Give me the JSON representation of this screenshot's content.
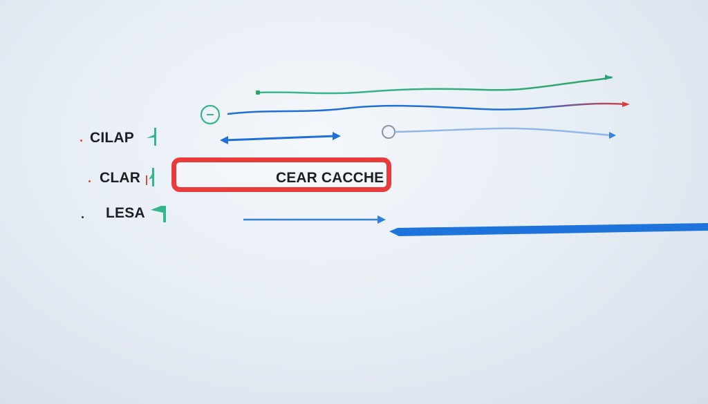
{
  "labels": [
    "CILAP",
    "CLAR",
    "LESA"
  ],
  "action": {
    "label": "CEAR CACCHE"
  },
  "colors": {
    "green": "#35b58f",
    "blue": "#1f6fd8",
    "red": "#ea3b3b",
    "light_blue": "#8fb8e8",
    "dark_text": "#1b1f24"
  },
  "icons": [
    "green-check-icon",
    "circle-icon",
    "arrow-icon"
  ]
}
